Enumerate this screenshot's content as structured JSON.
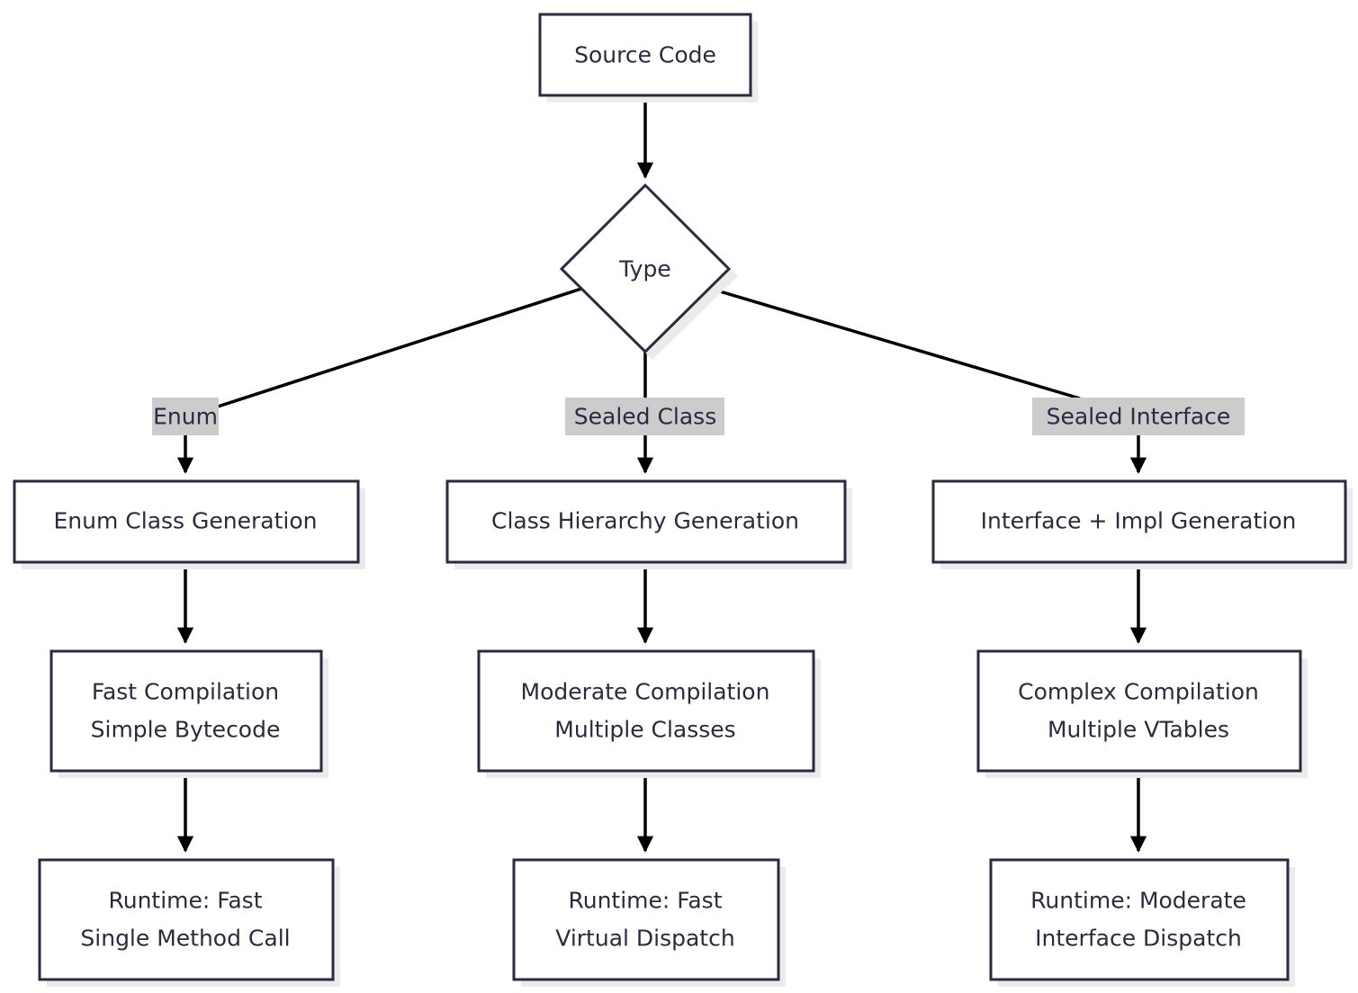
{
  "diagram": {
    "nodes": {
      "source": {
        "lines": [
          "Source Code"
        ]
      },
      "type": {
        "lines": [
          "Type"
        ]
      },
      "enum_gen": {
        "lines": [
          "Enum Class Generation"
        ]
      },
      "class_gen": {
        "lines": [
          "Class Hierarchy Generation"
        ]
      },
      "iface_gen": {
        "lines": [
          "Interface + Impl Generation"
        ]
      },
      "enum_comp": {
        "lines": [
          "Fast Compilation",
          "Simple Bytecode"
        ]
      },
      "class_comp": {
        "lines": [
          "Moderate Compilation",
          "Multiple Classes"
        ]
      },
      "iface_comp": {
        "lines": [
          "Complex Compilation",
          "Multiple VTables"
        ]
      },
      "enum_rt": {
        "lines": [
          "Runtime: Fast",
          "Single Method Call"
        ]
      },
      "class_rt": {
        "lines": [
          "Runtime: Fast",
          "Virtual Dispatch"
        ]
      },
      "iface_rt": {
        "lines": [
          "Runtime: Moderate",
          "Interface Dispatch"
        ]
      }
    },
    "edge_labels": {
      "enum": "Enum",
      "sealed_class": "Sealed Class",
      "sealed_interface": "Sealed Interface"
    }
  },
  "colors": {
    "node_fill": "#ffffff",
    "node_stroke": "#2a2a40",
    "shadow": "#ebebeb",
    "edge": "#000000",
    "label_bg": "#cccccc",
    "text": "#2a2a40"
  }
}
